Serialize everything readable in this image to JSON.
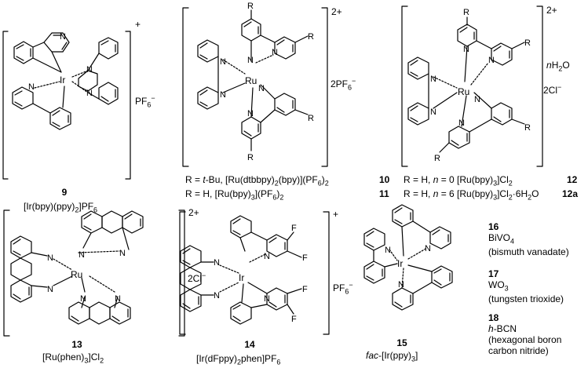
{
  "atoms": {
    "N": "N",
    "F": "F",
    "R": "R",
    "Ir": "Ir",
    "Ru": "Ru"
  },
  "compounds": {
    "c9": {
      "charge": "+",
      "counterion": "PF",
      "counterion_sub": "6",
      "counterion_sup": "−",
      "number": "9",
      "name_pre": "[Ir(bpy)(ppy)",
      "name_sub": "2",
      "name_post": "]PF",
      "name_sub2": "6"
    },
    "c10": {
      "charge": "2+",
      "counterion": "2PF",
      "counterion_sub": "6",
      "counterion_sup": "−",
      "line1_pre": "R = ",
      "line1_it": "t",
      "line1_mid": "-Bu, [Ru(dtbbpy)",
      "line1_sub": "2",
      "line1_mid2": "(bpy)](PF",
      "line1_sub2": "6",
      "line1_post": ")",
      "line1_sub3": "2",
      "number": "10",
      "line2_pre": "R = H, [Ru(bpy)",
      "line2_sub": "3",
      "line2_mid": "](PF",
      "line2_sub2": "6",
      "line2_post": ")",
      "line2_sub3": "2",
      "number2": "11"
    },
    "c12": {
      "charge": "2+",
      "water_it": "n",
      "water": "H",
      "water_sub": "2",
      "water_post": "O",
      "counterion": "2Cl",
      "counterion_sup": "−",
      "line1_pre": "R = H, ",
      "line1_it": "n",
      "line1_mid": " = 0 [Ru(bpy)",
      "line1_sub": "3",
      "line1_post": "]Cl",
      "line1_sub2": "2",
      "number": "12",
      "line2_pre": "R = H, ",
      "line2_it": "n",
      "line2_mid": " = 6 [Ru(bpy)",
      "line2_sub": "3",
      "line2_post": "]Cl",
      "line2_sub2": "2",
      "line2_tail": "·6H",
      "line2_sub3": "2",
      "line2_end": "O",
      "number2": "12a"
    },
    "c13": {
      "charge": "2+",
      "counterion": "2Cl",
      "counterion_sup": "−",
      "number": "13",
      "name_pre": "[Ru(phen)",
      "name_sub": "3",
      "name_post": "]Cl",
      "name_sub2": "2"
    },
    "c14": {
      "charge": "+",
      "counterion": "PF",
      "counterion_sub": "6",
      "counterion_sup": "−",
      "number": "14",
      "name_pre": "[Ir(dFppy)",
      "name_sub": "2",
      "name_post": "phen]PF",
      "name_sub2": "6"
    },
    "c15": {
      "number": "15",
      "name_it": "fac",
      "name_pre": "-[Ir(ppy)",
      "name_sub": "3",
      "name_post": "]"
    },
    "c16": {
      "number": "16",
      "formula": "BiVO",
      "formula_sub": "4",
      "name": "(bismuth vanadate)"
    },
    "c17": {
      "number": "17",
      "formula": "WO",
      "formula_sub": "3",
      "name": "(tungsten trioxide)"
    },
    "c18": {
      "number": "18",
      "formula_it": "h",
      "formula": "-BCN",
      "name1": "(hexagonal boron",
      "name2": "carbon nitride)"
    }
  }
}
